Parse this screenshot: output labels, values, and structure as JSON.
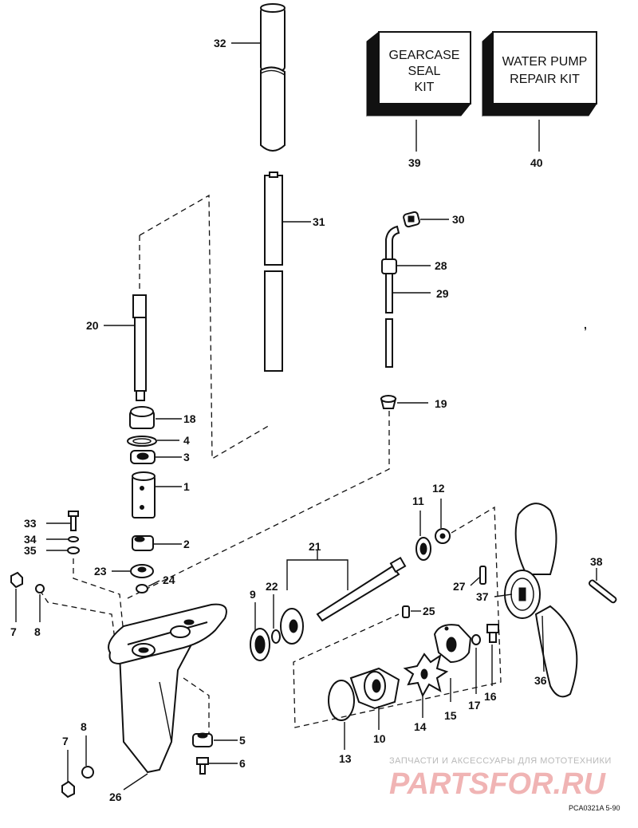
{
  "callouts": {
    "c1": "1",
    "c2": "2",
    "c3": "3",
    "c4": "4",
    "c5": "5",
    "c6": "6",
    "c7a": "7",
    "c7b": "7",
    "c8a": "8",
    "c8b": "8",
    "c9": "9",
    "c10": "10",
    "c11": "11",
    "c12": "12",
    "c13": "13",
    "c14": "14",
    "c15": "15",
    "c16": "16",
    "c17": "17",
    "c18": "18",
    "c19": "19",
    "c20": "20",
    "c21": "21",
    "c22": "22",
    "c23": "23",
    "c24": "24",
    "c25": "25",
    "c26": "26",
    "c27": "27",
    "c28": "28",
    "c29": "29",
    "c30": "30",
    "c31": "31",
    "c32": "32",
    "c33": "33",
    "c34": "34",
    "c35": "35",
    "c36": "36",
    "c37": "37",
    "c38": "38",
    "c39": "39",
    "c40": "40"
  },
  "kits": {
    "gearcase": {
      "line1": "GEARCASE",
      "line2": "SEAL",
      "line3": "KIT"
    },
    "waterpump": {
      "line1": "WATER PUMP",
      "line2": "REPAIR KIT"
    }
  },
  "watermark": {
    "tagline": "ЗАПЧАСТИ И АКСЕССУАРЫ ДЛЯ МОТОТЕХНИКИ",
    "logo": "PARTSFOR.RU"
  },
  "footer": {
    "drawing_code": "PCA0321A  5-90",
    "stray_mark": ","
  }
}
